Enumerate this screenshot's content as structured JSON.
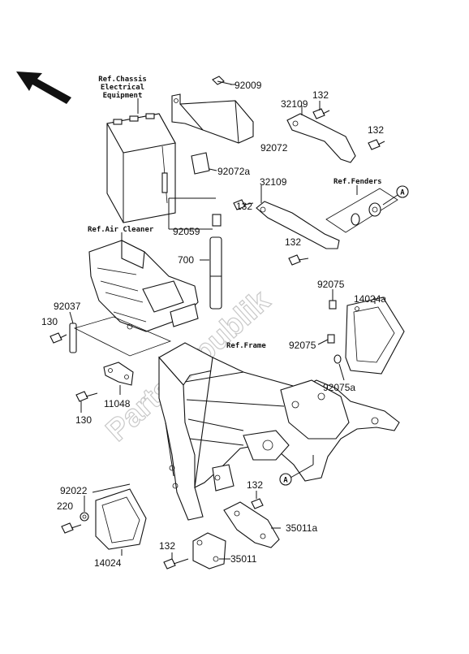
{
  "watermark": "PartsRepublik",
  "references": {
    "chassis_line1": "Ref.Chassis",
    "chassis_line2": "Electrical",
    "chassis_line3": "Equipment",
    "fenders": "Ref.Fenders",
    "air_cleaner": "Ref.Air Cleaner",
    "frame": "Ref.Frame"
  },
  "callout_marker": "A",
  "parts": {
    "p92009": "92009",
    "p132_a": "132",
    "p32109_a": "32109",
    "p132_b": "132",
    "p92072": "92072",
    "p92072a": "92072a",
    "p32109_b": "32109",
    "p92059": "92059",
    "p132_c": "132",
    "p700": "700",
    "p132_d": "132",
    "p92075_a": "92075",
    "p14024a": "14024a",
    "p92037": "92037",
    "p130_a": "130",
    "p92075_b": "92075",
    "p92075a": "92075a",
    "p11048": "11048",
    "p130_b": "130",
    "p92022": "92022",
    "p220": "220",
    "p132_e": "132",
    "p35011a": "35011a",
    "p14024": "14024",
    "p132_f": "132",
    "p35011": "35011"
  }
}
